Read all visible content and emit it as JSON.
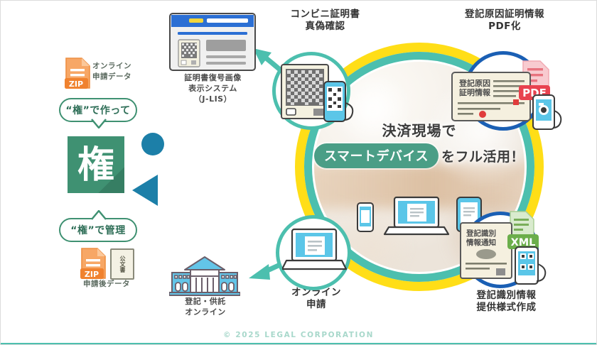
{
  "meta": {
    "title": "決済現場でスマートデバイスをフル活用",
    "footer": "© 2025 LEGAL CORPORATION"
  },
  "colors": {
    "ring_outer": "#FFDE17",
    "ring_inner": "#4CBFAE",
    "node_teal": "#4CBFAE",
    "node_blue": "#1A5FB4",
    "brand_green": "#3F9172",
    "pill_green": "#4A9E86",
    "arrow_blue": "#1C7FA8",
    "arrow_teal": "#4CBFAE",
    "zip_orange": "#F3944D",
    "pdf_red": "#E8424F",
    "xml_green": "#6BAE4B"
  },
  "center": {
    "line1": "決済現場で",
    "pill": "スマートデバイス",
    "line2_suffix": "をフル活用！"
  },
  "nodes": [
    {
      "id": "konbini",
      "label": "コンビニ証明書\n真偽確認",
      "ring": "teal",
      "icon": "id-card-and-smartphone-icon"
    },
    {
      "id": "toukigenin",
      "label": "登記原因証明情報\nPDF化",
      "ring": "blue",
      "icon": "document-pdf-camera-icon",
      "doc_text": "登記原因\n証明情報",
      "badge": "PDF"
    },
    {
      "id": "toukishikibetsu",
      "label": "登記識別情報\n提供様式作成",
      "ring": "blue",
      "icon": "document-xml-qr-icon",
      "doc_text": "登記識別\n情報通知",
      "badge": "XML"
    },
    {
      "id": "online-shinsei",
      "label": "オンライン\n申請",
      "ring": "teal",
      "icon": "laptop-icon"
    }
  ],
  "left": {
    "jlis": {
      "label": "証明書復号画像\n表示システム\n（J-LIS）",
      "icon": "browser-window-icon"
    },
    "building": {
      "label": "登記・供託\nオンライン",
      "icon": "government-building-icon"
    },
    "top_data": {
      "label": "オンライン\n申請データ",
      "badge": "ZIP",
      "icon": "zip-file-icon"
    },
    "bottom_data": {
      "label": "申請後データ",
      "badge": "ZIP",
      "doc_badge": "公文書",
      "icon": "zip-file-icon"
    },
    "bubble_top": "“権”で作って",
    "bubble_bottom": "“権”で管理",
    "logo_char": "権"
  }
}
